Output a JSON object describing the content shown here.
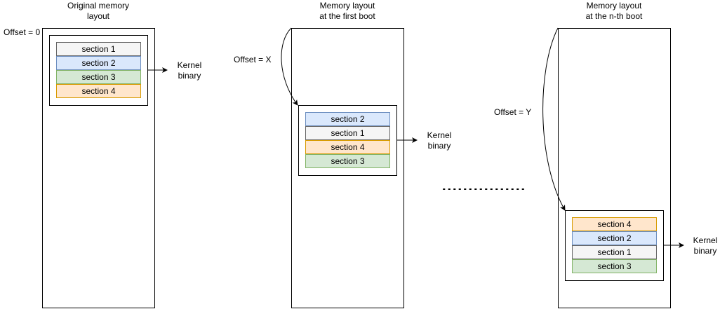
{
  "columns": [
    {
      "title_line1": "Original memory",
      "title_line2": "layout",
      "offset_label": "Offset = 0",
      "sections": [
        "section 1",
        "section 2",
        "section 3",
        "section 4"
      ],
      "kernel_label_line1": "Kernel",
      "kernel_label_line2": "binary"
    },
    {
      "title_line1": "Memory layout",
      "title_line2": "at the first boot",
      "offset_label": "Offset = X",
      "sections": [
        "section 2",
        "section 1",
        "section 4",
        "section 3"
      ],
      "kernel_label_line1": "Kernel",
      "kernel_label_line2": "binary"
    },
    {
      "title_line1": "Memory layout",
      "title_line2": "at the n-th boot",
      "offset_label": "Offset = Y",
      "sections": [
        "section 4",
        "section 2",
        "section 1",
        "section 3"
      ],
      "kernel_label_line1": "Kernel",
      "kernel_label_line2": "binary"
    }
  ],
  "colors": {
    "section 1": "#f5f5f5",
    "section 2": "#dae8fc",
    "section 3": "#d5e8d4",
    "section 4": "#ffe6cc"
  }
}
